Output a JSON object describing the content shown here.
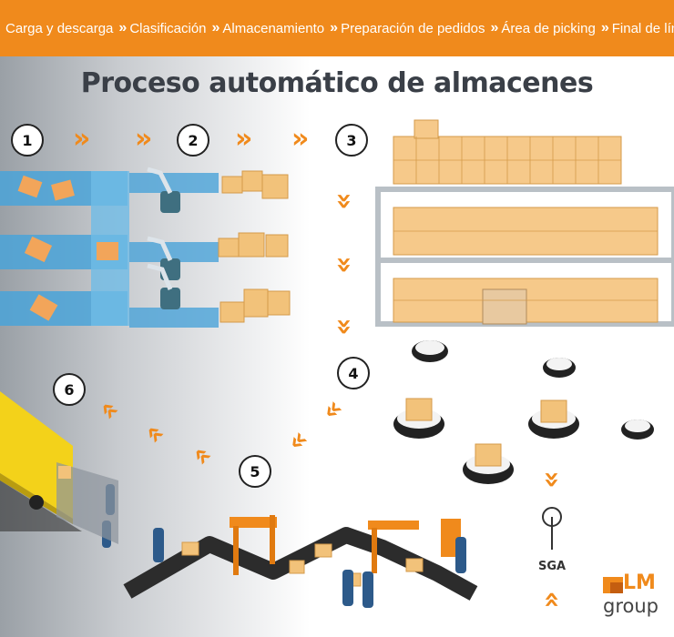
{
  "header": {
    "steps": [
      "Carga y descarga",
      "Clasificación",
      "Almacenamiento",
      "Preparación de pedidos",
      "Área de picking",
      "Final de línea"
    ],
    "separator": "»"
  },
  "title": "Proceso automático de almacenes",
  "step_numbers": [
    "1",
    "2",
    "3",
    "4",
    "5",
    "6"
  ],
  "sga_label": "SGA",
  "logo": {
    "brand": "LM",
    "subtitle": "group"
  },
  "colors": {
    "accent": "#f08a1c",
    "title": "#3a3f47",
    "conveyor": "#4aa3d8",
    "box": "#f2c27a"
  }
}
